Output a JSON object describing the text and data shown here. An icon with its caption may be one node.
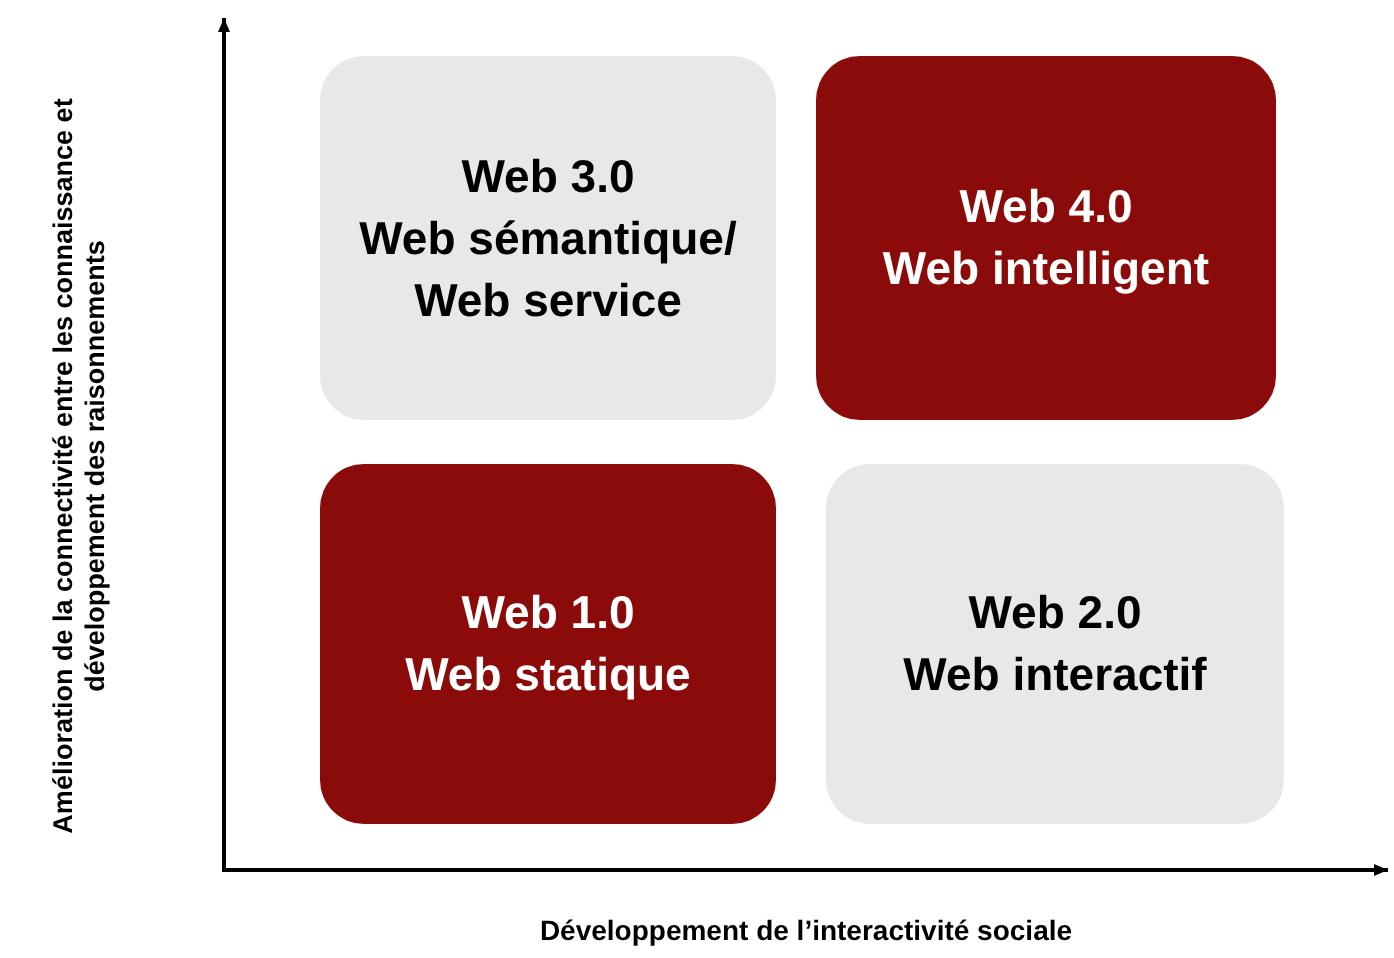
{
  "diagram": {
    "nodes": [
      {
        "text": [
          "Web 3.0",
          "Web sémantique/ Web service"
        ]
      },
      {
        "text": [
          "Web 4.0",
          "Web intelligent"
        ]
      },
      {
        "text": [
          "Web 1.0",
          "Web statique"
        ]
      },
      {
        "text": [
          "Web 2.0",
          "Web interactif"
        ]
      }
    ],
    "labels": [
      "Amélioration de la connectivité entre les connaissance et développement des raisonnements",
      "Développement de l’interactivité sociale"
    ]
  }
}
